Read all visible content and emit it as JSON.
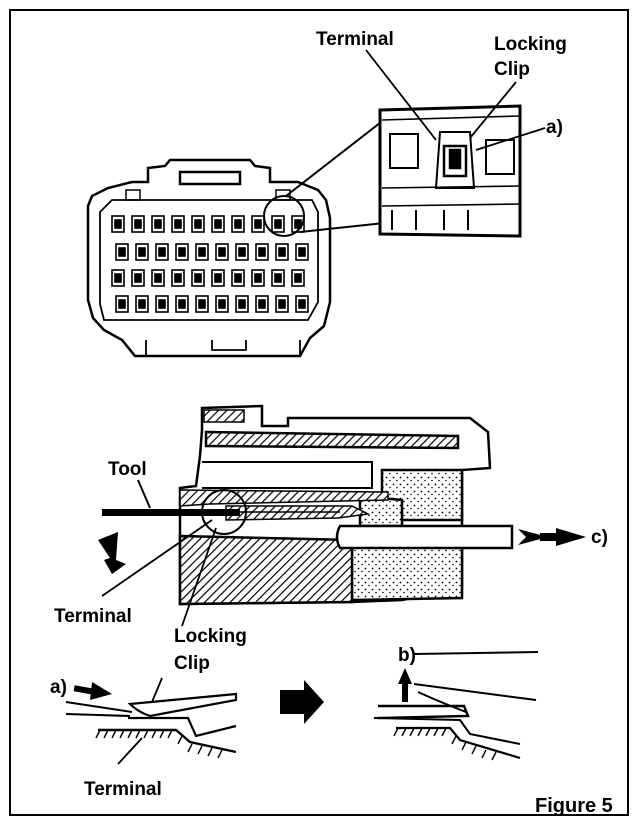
{
  "labels": {
    "terminal_top": "Terminal",
    "locking_clip_top_line1": "Locking",
    "locking_clip_top_line2": "Clip",
    "a_top": "a)",
    "tool": "Tool",
    "c": "c)",
    "terminal_mid": "Terminal",
    "locking_clip_mid_line1": "Locking",
    "locking_clip_mid_line2": "Clip",
    "a_bottom": "a)",
    "b": "b)",
    "terminal_bottom": "Terminal"
  },
  "figure_caption": "Figure 5",
  "colors": {
    "ink": "#000000",
    "paper": "#ffffff"
  }
}
